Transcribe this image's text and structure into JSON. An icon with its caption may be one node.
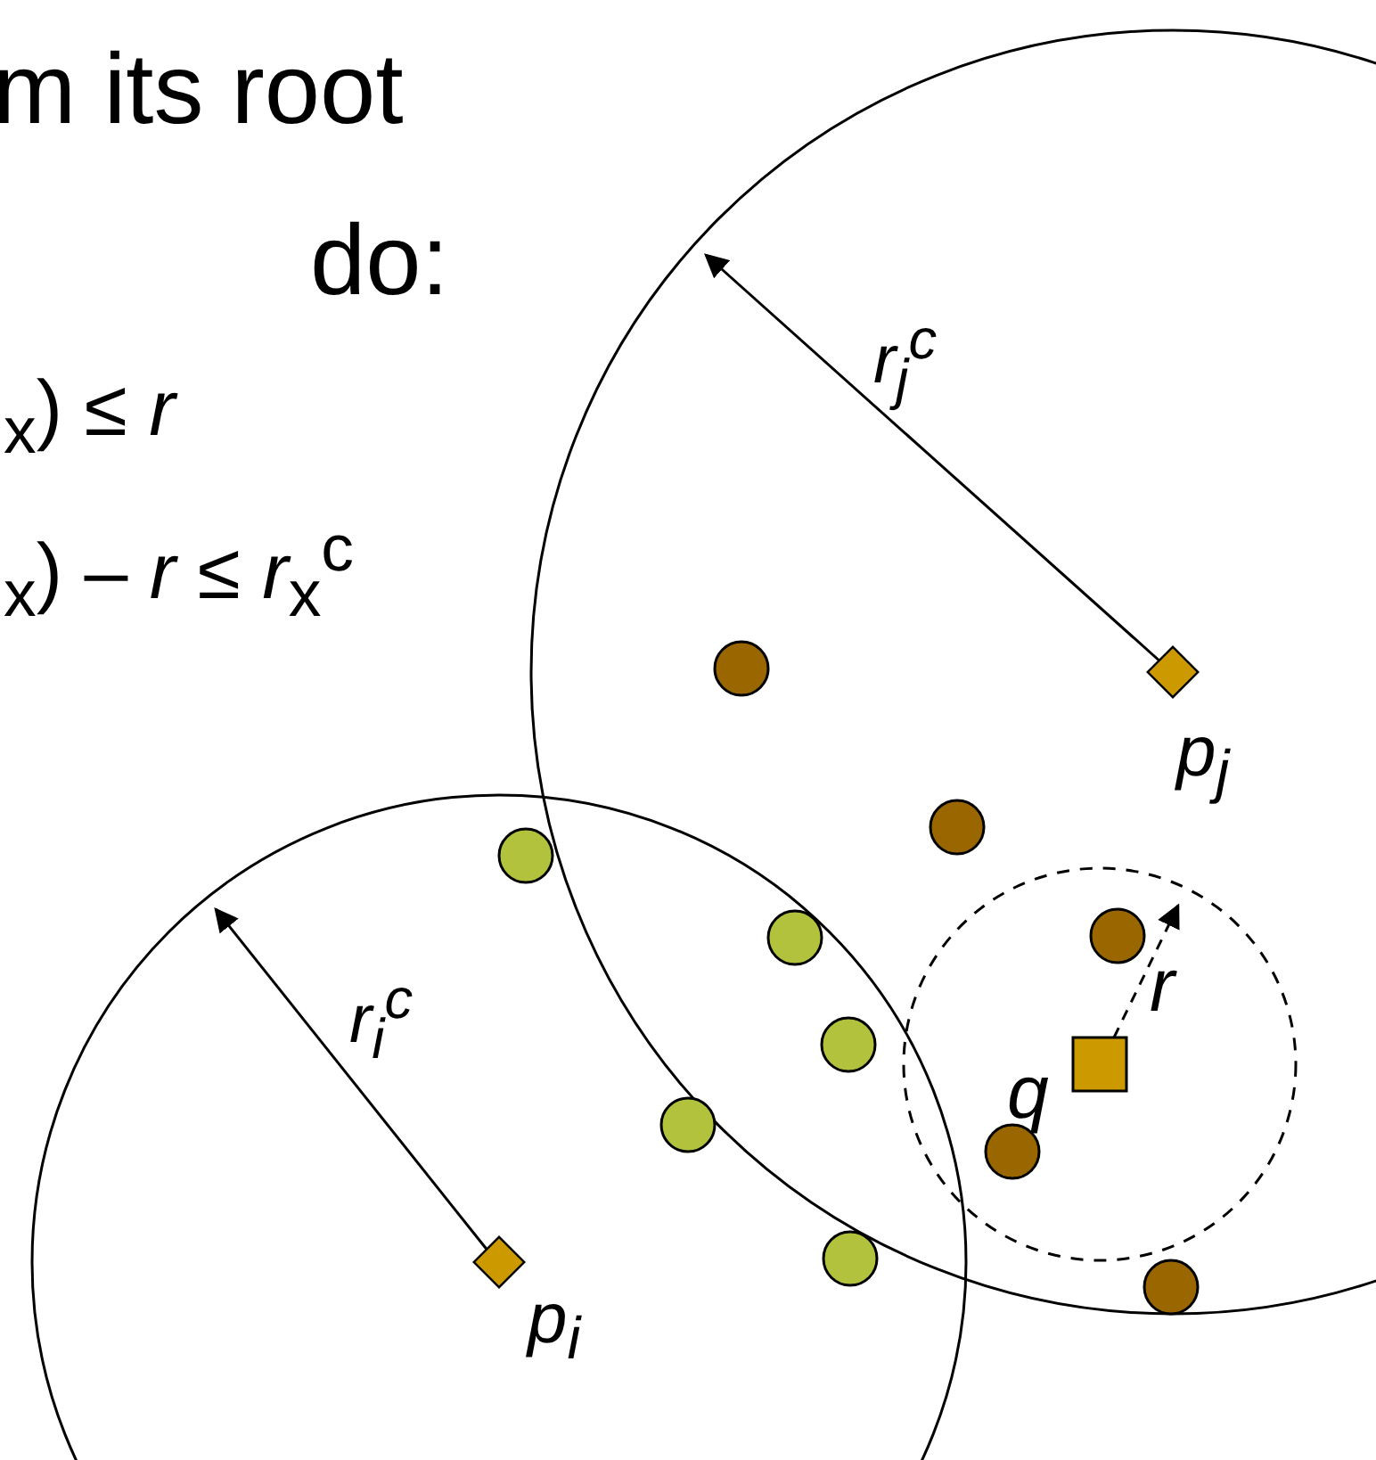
{
  "diagram": {
    "labels": [
      "m its root",
      "do:",
      "$_{x}$) ≤ *r*",
      "$_{x}$) – *r* ≤ *r*$_{x}$$^{c}$",
      "r$_{j}$$^{c}$",
      "p$_{j}$",
      "r$_{i}$$^{c}$",
      "q",
      "r",
      "p$_{i}$"
    ]
  }
}
